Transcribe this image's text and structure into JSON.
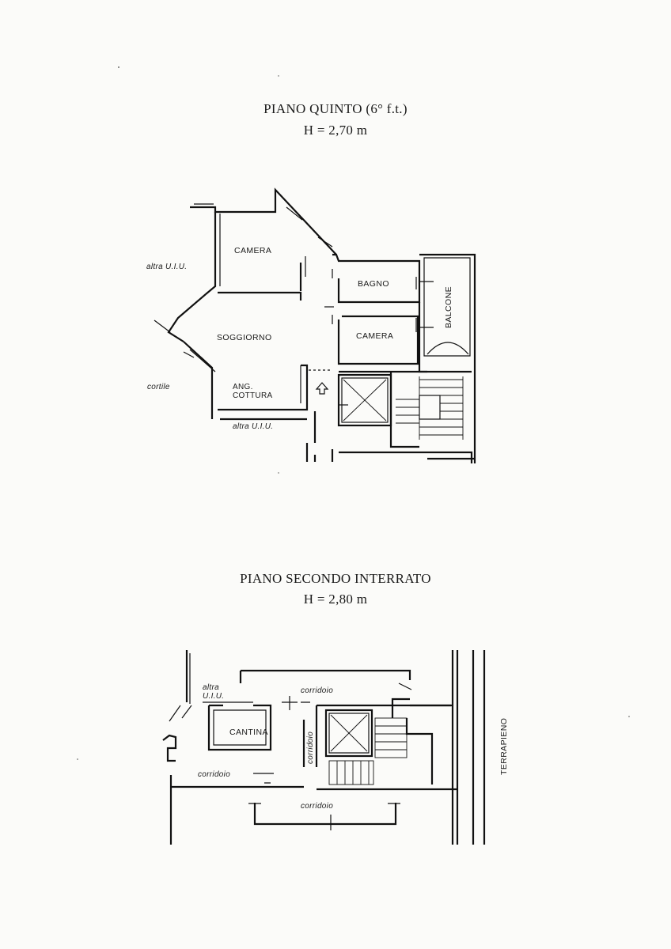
{
  "floor_upper": {
    "title": "PIANO QUINTO (6° f.t.)",
    "height": "H = 2,70 m",
    "rooms": {
      "camera_1": "CAMERA",
      "bagno": "BAGNO",
      "balcone": "BALCONE",
      "soggiorno": "SOGGIORNO",
      "camera_2": "CAMERA",
      "ang_line1": "ANG.",
      "ang_line2": "COTTURA"
    },
    "surroundings": {
      "altra_uiu_top": "altra U.I.U.",
      "cortile": "cortile",
      "altra_uiu_bottom": "altra U.I.U."
    }
  },
  "floor_lower": {
    "title": "PIANO SECONDO INTERRATO",
    "height": "H = 2,80 m",
    "rooms": {
      "cantina": "CANTINA"
    },
    "surroundings": {
      "altra_line1": "altra",
      "altra_line2": "U.I.U.",
      "corridoio_top": "corridoio",
      "corridoio_vertical": "corridoio",
      "corridoio_left": "corridoio",
      "corridoio_bottom": "corridoio",
      "terrapieno": "TERRAPIENO"
    }
  }
}
